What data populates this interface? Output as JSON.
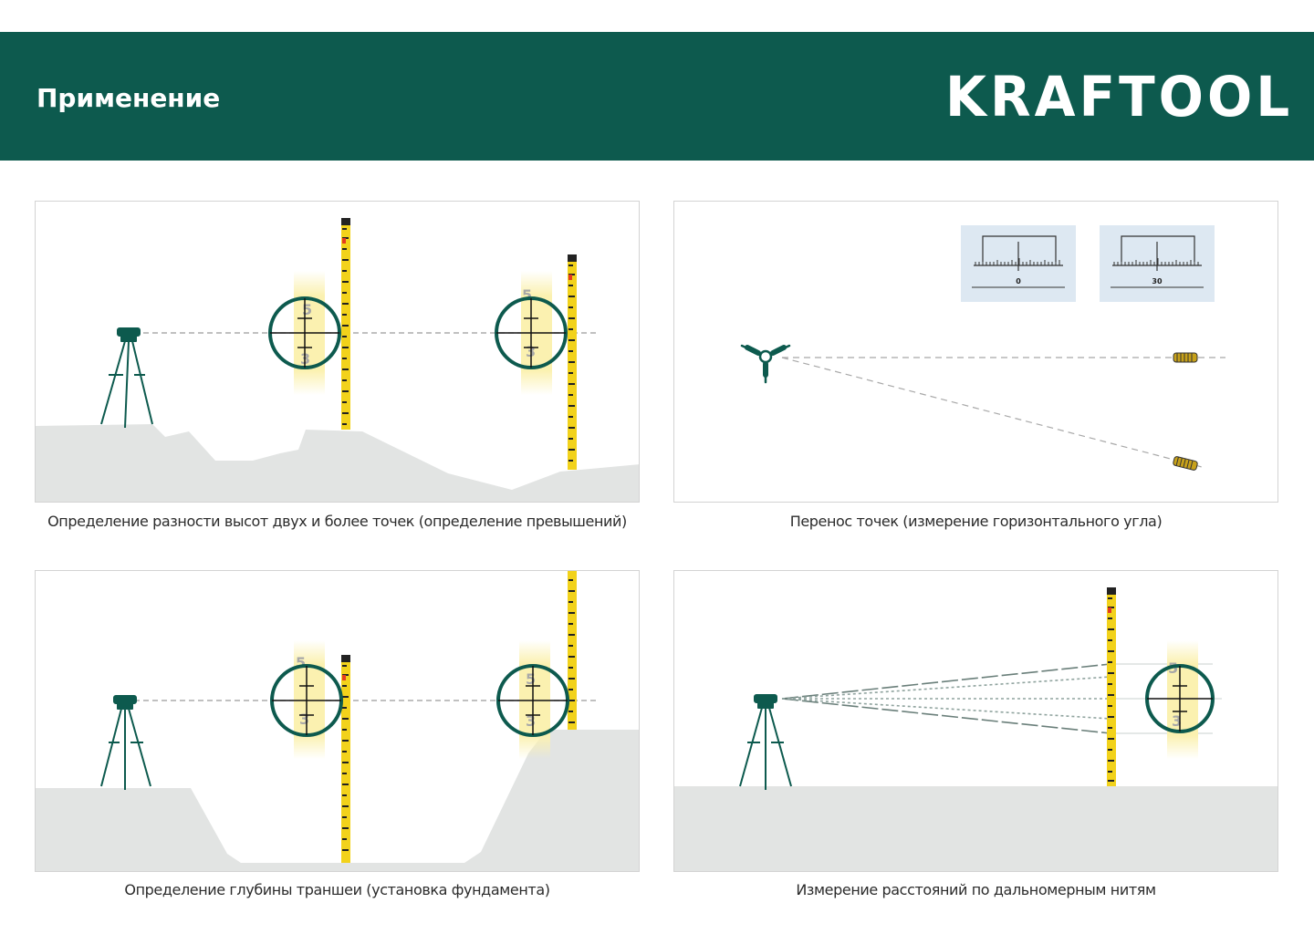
{
  "header": {
    "title": "Применение",
    "brand": "KRAFTOOL"
  },
  "colors": {
    "header_bg": "#0d5a4e",
    "accent_green": "#0d5a4e",
    "staff_yellow": "#f2d21b",
    "ground": "#e2e4e3",
    "glow": "#fbf1b0",
    "scale_bg": "#dde8f2"
  },
  "panels": [
    {
      "caption": "Определение разности высот двух и более точек (определение превышений)"
    },
    {
      "caption": "Перенос точек (измерение горизонтального угла)",
      "scales": [
        {
          "label": "0"
        },
        {
          "label": "30"
        }
      ]
    },
    {
      "caption": "Определение глубины траншеи (установка фундамента)"
    },
    {
      "caption": "Измерение расстояний по дальномерным нитям"
    }
  ],
  "icons": [
    "tripod-level-icon",
    "leveling-staff-icon",
    "reticle-icon",
    "tripod-top-view-icon",
    "target-prism-icon"
  ]
}
